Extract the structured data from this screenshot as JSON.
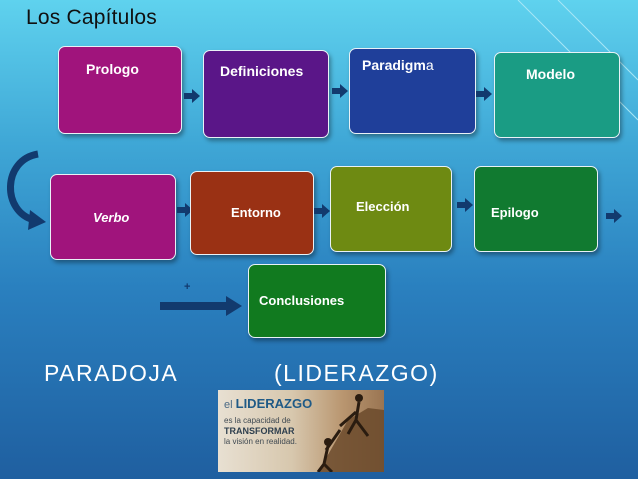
{
  "slide": {
    "title": "Los Capítulos",
    "boxes": [
      {
        "label": "Prologo",
        "color": "#a0147c"
      },
      {
        "label": "Definiciones",
        "color": "#5a1688"
      },
      {
        "label": "Paradigm",
        "label_suffix": "a",
        "color": "#1f3f9a"
      },
      {
        "label": "Modelo",
        "color": "#1a9c84"
      },
      {
        "label": "Verbo",
        "color": "#a0147c"
      },
      {
        "label": "Entorno",
        "color": "#9a3114"
      },
      {
        "label": "Elección",
        "color": "#6e8a12"
      },
      {
        "label": "Epilogo",
        "color": "#117a30"
      },
      {
        "label": "Conclusiones",
        "color": "#117a1f"
      }
    ],
    "plus_sign": "+",
    "heading_left": "PARADOJA",
    "heading_right": "(LIDERAZGO)",
    "image": {
      "line1_prefix": "el",
      "line1_word": "LIDERAZGO",
      "line2": "es la capacidad de",
      "line3": "TRANSFORMAR",
      "line4": "la visión en realidad."
    }
  }
}
